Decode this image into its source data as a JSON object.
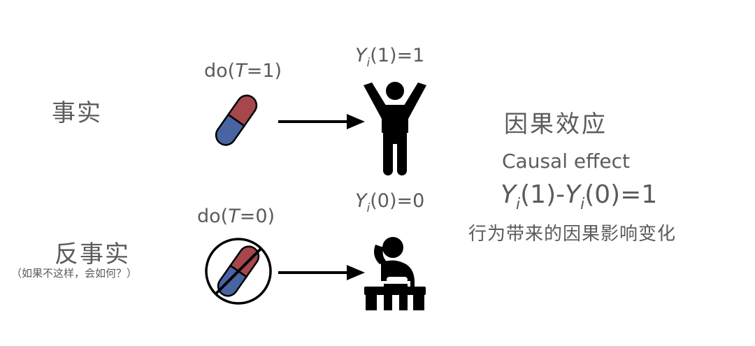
{
  "factual": {
    "label": "事实",
    "do_prefix": "do(",
    "do_var": "T",
    "do_value": "=1)",
    "outcome_var": "Y",
    "outcome_sub": "i",
    "outcome_rest": "(1)=1"
  },
  "counterfactual": {
    "label": "反事实",
    "sublabel": "（如果不这样，会如何？）",
    "do_prefix": "do(",
    "do_var": "T",
    "do_value": "=0)",
    "outcome_var": "Y",
    "outcome_sub": "i",
    "outcome_rest": "(0)=0"
  },
  "effect": {
    "title_cn": "因果效应",
    "title_en": "Causal effect",
    "formula_y1": "Y",
    "formula_sub1": "i",
    "formula_mid": "(1)-",
    "formula_y2": "Y",
    "formula_sub2": "i",
    "formula_end": "(0)=1",
    "description": "行为带来的因果影响变化"
  },
  "colors": {
    "pill_red": "#a6474c",
    "pill_blue": "#4a63a3",
    "ink": "#000000",
    "text": "#5b5b5b"
  },
  "icons": {
    "pill": "pill-icon",
    "no_pill": "prohibited-pill-icon",
    "happy": "person-arms-up-icon",
    "sad": "person-sitting-head-in-hand-icon",
    "arrow": "arrow-right-icon"
  }
}
